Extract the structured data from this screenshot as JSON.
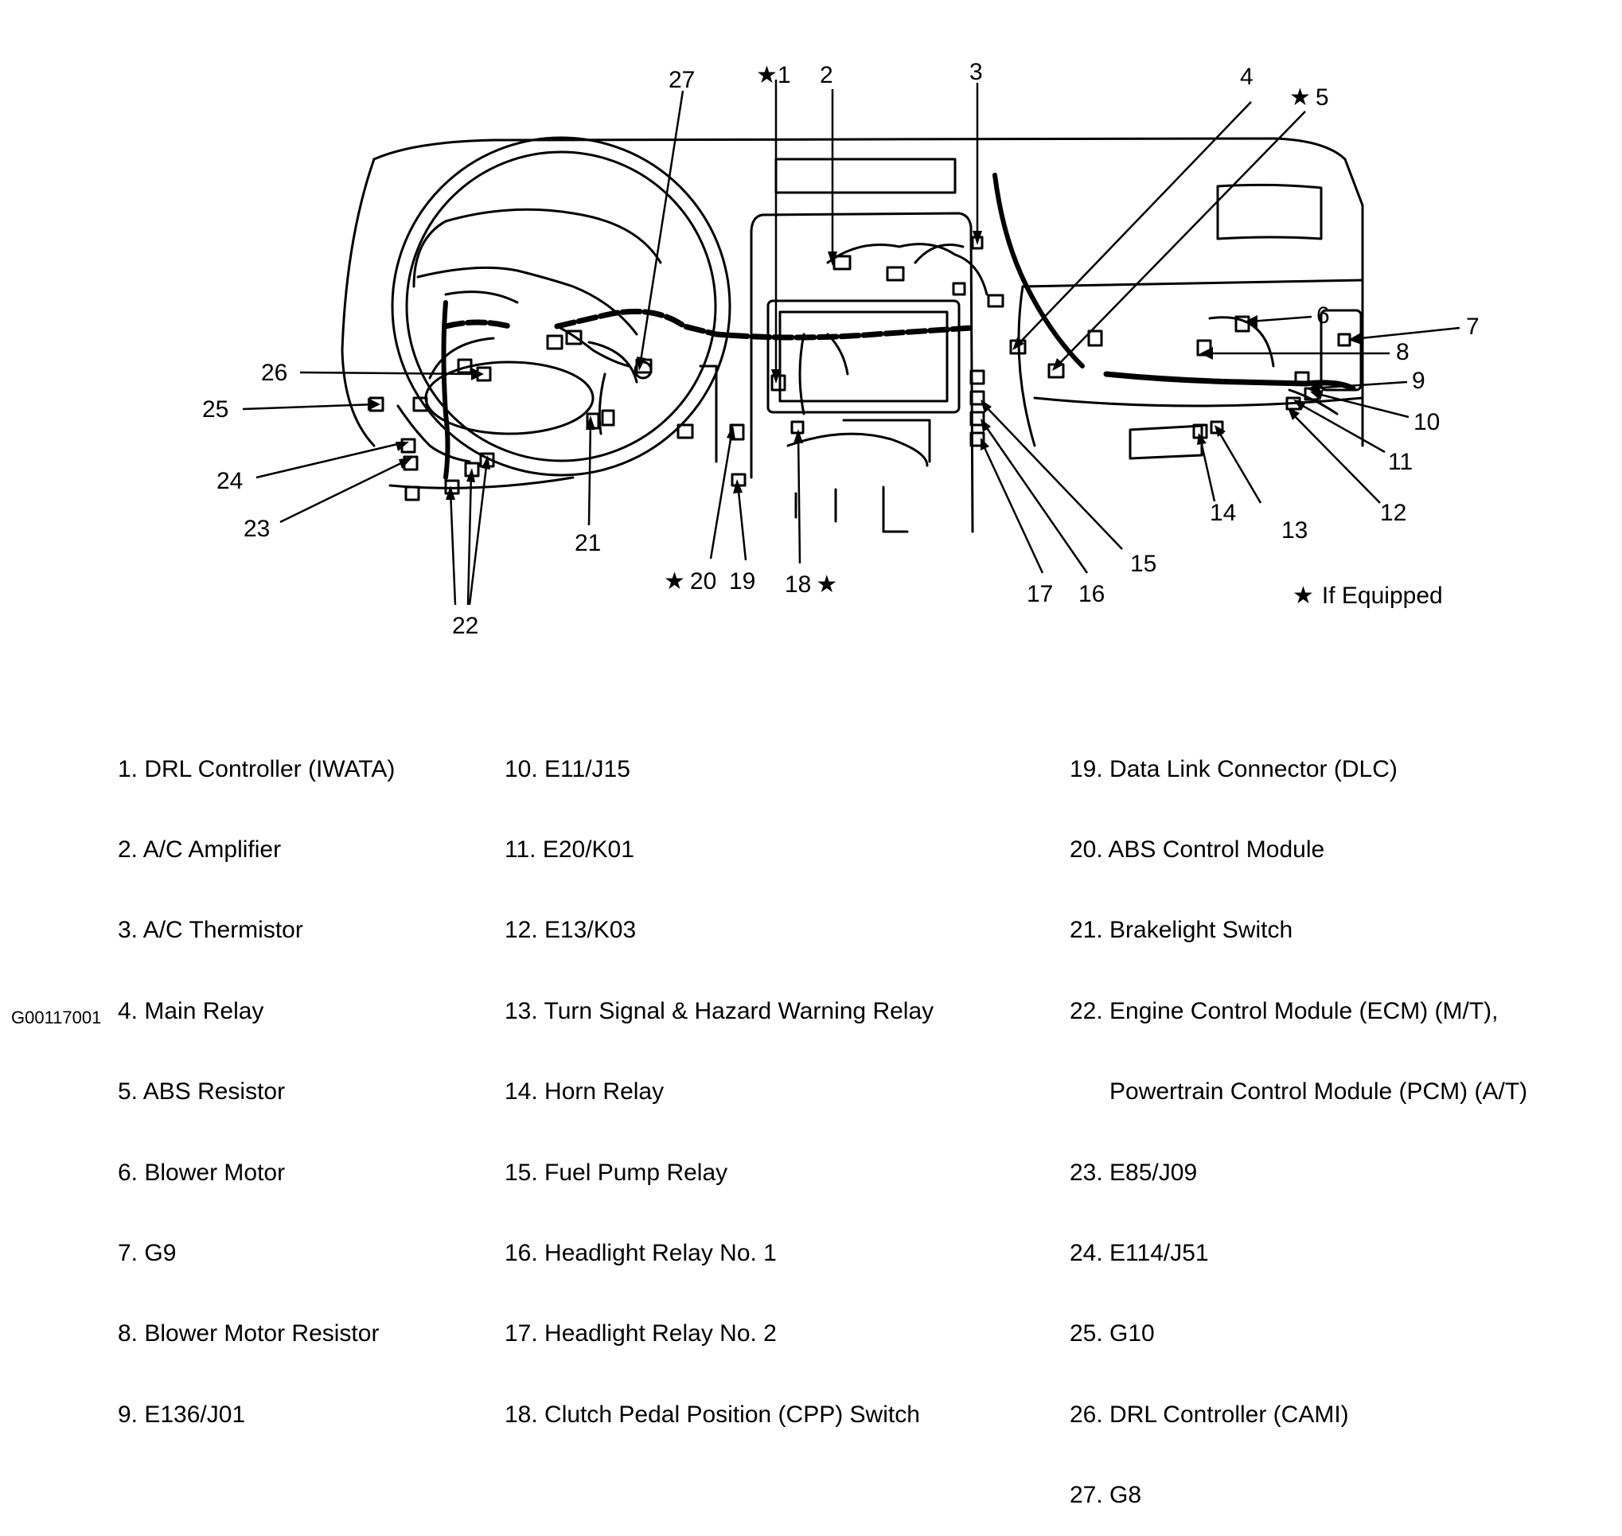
{
  "callouts": [
    {
      "n": "1",
      "star": true
    },
    {
      "n": "2",
      "star": false
    },
    {
      "n": "3",
      "star": false
    },
    {
      "n": "4",
      "star": false
    },
    {
      "n": "5",
      "star": true
    },
    {
      "n": "6",
      "star": false
    },
    {
      "n": "7",
      "star": false
    },
    {
      "n": "8",
      "star": false
    },
    {
      "n": "9",
      "star": false
    },
    {
      "n": "10",
      "star": false
    },
    {
      "n": "11",
      "star": false
    },
    {
      "n": "12",
      "star": false
    },
    {
      "n": "13",
      "star": false
    },
    {
      "n": "14",
      "star": false
    },
    {
      "n": "15",
      "star": false
    },
    {
      "n": "16",
      "star": false
    },
    {
      "n": "17",
      "star": false
    },
    {
      "n": "18",
      "star": true
    },
    {
      "n": "19",
      "star": false
    },
    {
      "n": "20",
      "star": true
    },
    {
      "n": "21",
      "star": false
    },
    {
      "n": "22",
      "star": false
    },
    {
      "n": "23",
      "star": false
    },
    {
      "n": "24",
      "star": false
    },
    {
      "n": "25",
      "star": false
    },
    {
      "n": "26",
      "star": false
    },
    {
      "n": "27",
      "star": false
    }
  ],
  "star_glyph": "★",
  "note": "If Equipped",
  "legend": {
    "col1": [
      "1. DRL Controller (IWATA)",
      "2. A/C Amplifier",
      "3. A/C Thermistor",
      "4. Main Relay",
      "5. ABS Resistor",
      "6. Blower Motor",
      "7. G9",
      "8. Blower Motor Resistor",
      "9. E136/J01"
    ],
    "col2": [
      "10. E11/J15",
      "11. E20/K01",
      "12. E13/K03",
      "13. Turn Signal & Hazard Warning Relay",
      "14. Horn Relay",
      "15. Fuel Pump Relay",
      "16. Headlight Relay No. 1",
      "17. Headlight Relay No. 2",
      "18. Clutch Pedal Position (CPP) Switch"
    ],
    "col3": [
      "19. Data Link Connector (DLC)",
      "20. ABS Control Module",
      "21. Brakelight Switch",
      "22. Engine Control Module (ECM) (M/T),",
      "      Powertrain Control Module (PCM) (A/T)",
      "23. E85/J09",
      "24. E114/J51",
      "25. G10",
      "26. DRL Controller (CAMI)",
      "27. G8"
    ]
  },
  "figure_code": "G00117001"
}
